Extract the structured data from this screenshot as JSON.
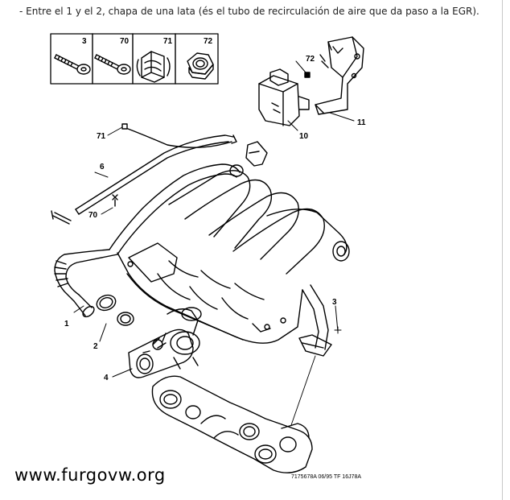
{
  "caption": "- Entre el 1 y el 2, chapa de una lata (és el tubo de recirculación de aire que da paso a la EGR).",
  "diagram": {
    "legend_box": {
      "numbers": [
        "3",
        "70",
        "71",
        "72"
      ],
      "icons": [
        "bolt-icon",
        "bolt-icon",
        "clip-icon",
        "nut-icon"
      ]
    },
    "callouts": {
      "part_1": "1",
      "part_2": "2",
      "part_3": "3",
      "part_4": "4",
      "part_6": "6",
      "part_10": "10",
      "part_11": "11",
      "part_70": "70",
      "part_71": "71",
      "part_72": "72"
    },
    "reference_code": "7175678A 06/95 TF 16J78A"
  },
  "watermark": "www.furgovw.org"
}
